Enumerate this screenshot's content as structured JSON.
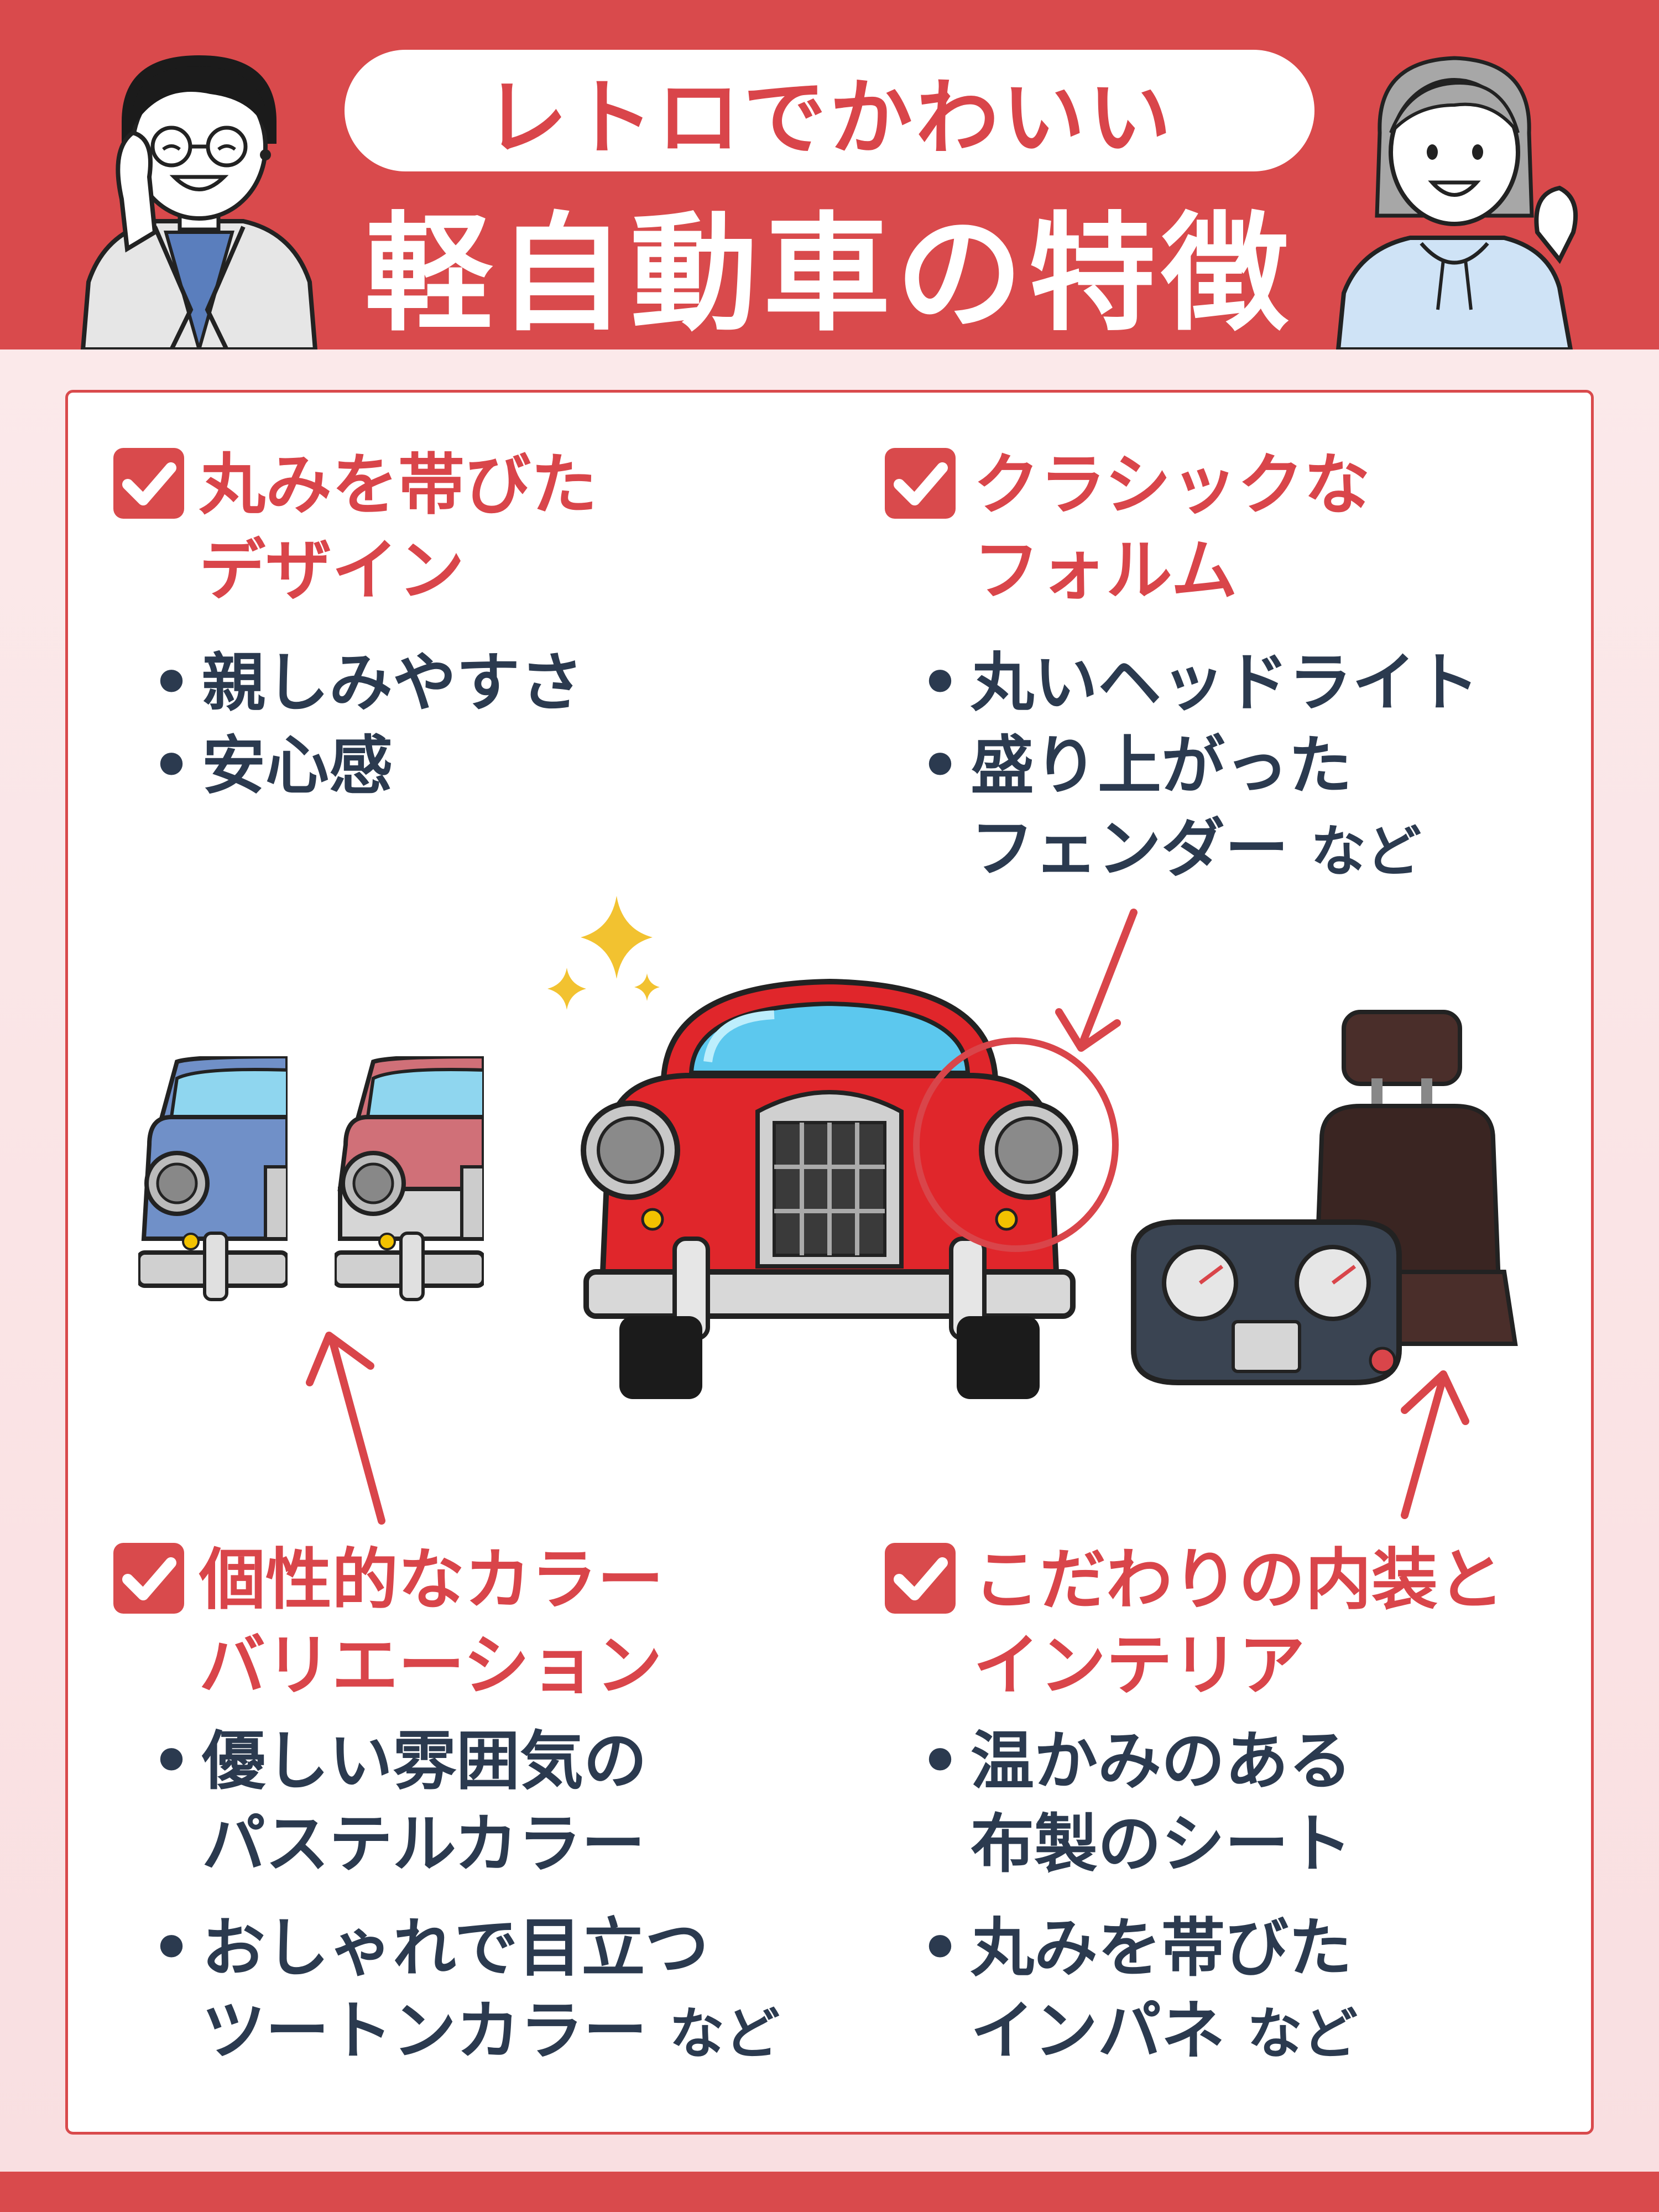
{
  "header": {
    "subtitle": "レトロでかわいい",
    "title": "軽自動車の特徴"
  },
  "sections": {
    "design": {
      "heading_line1": "丸みを帯びた",
      "heading_line2": "デザイン",
      "bullets": [
        "親しみやすさ",
        "安心感"
      ]
    },
    "form": {
      "heading_line1": "クラシックな",
      "heading_line2": "フォルム",
      "bullet1": "丸いヘッドライト",
      "bullet2_line1": "盛り上がった",
      "bullet2_line2": "フェンダー",
      "bullet2_suffix": "など"
    },
    "color": {
      "heading_line1": "個性的なカラー",
      "heading_line2": "バリエーション",
      "bullet1_line1": "優しい雰囲気の",
      "bullet1_line2": "パステルカラー",
      "bullet2_line1": "おしゃれで目立つ",
      "bullet2_line2": "ツートンカラー",
      "bullet2_suffix": "など"
    },
    "interior": {
      "heading_line1": "こだわりの内装と",
      "heading_line2": "インテリア",
      "bullet1_line1": "温かみのある",
      "bullet1_line2": "布製のシート",
      "bullet2_line1": "丸みを帯びた",
      "bullet2_line2": "インパネ",
      "bullet2_suffix": "など"
    }
  },
  "bullet_symbol": "•",
  "colors": {
    "brand_red": "#d94a4c",
    "heading_red": "#d9454a",
    "body_navy": "#2b3a4f",
    "car_red": "#e0262b",
    "car_blue": "#7090c8",
    "car_pink": "#d07078"
  },
  "icons": [
    "check-icon",
    "sparkle-icon",
    "arrow-icon",
    "highlight-circle-icon"
  ]
}
